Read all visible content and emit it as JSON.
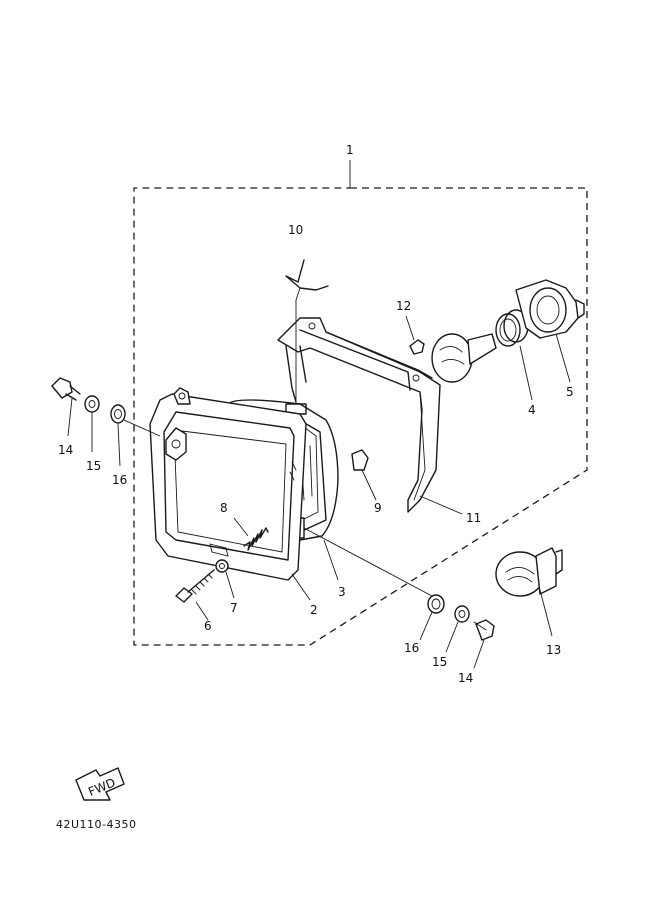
{
  "callouts": {
    "c1": "1",
    "c2": "2",
    "c3": "3",
    "c4": "4",
    "c5": "5",
    "c6": "6",
    "c7": "7",
    "c8": "8",
    "c9": "9",
    "c10": "10",
    "c11": "11",
    "c12": "12",
    "c13": "13",
    "c14a": "14",
    "c15a": "15",
    "c16a": "16",
    "c14b": "14",
    "c15b": "15",
    "c16b": "16"
  },
  "fwd_label": "FWD",
  "diagram_code": "42U110-4350"
}
